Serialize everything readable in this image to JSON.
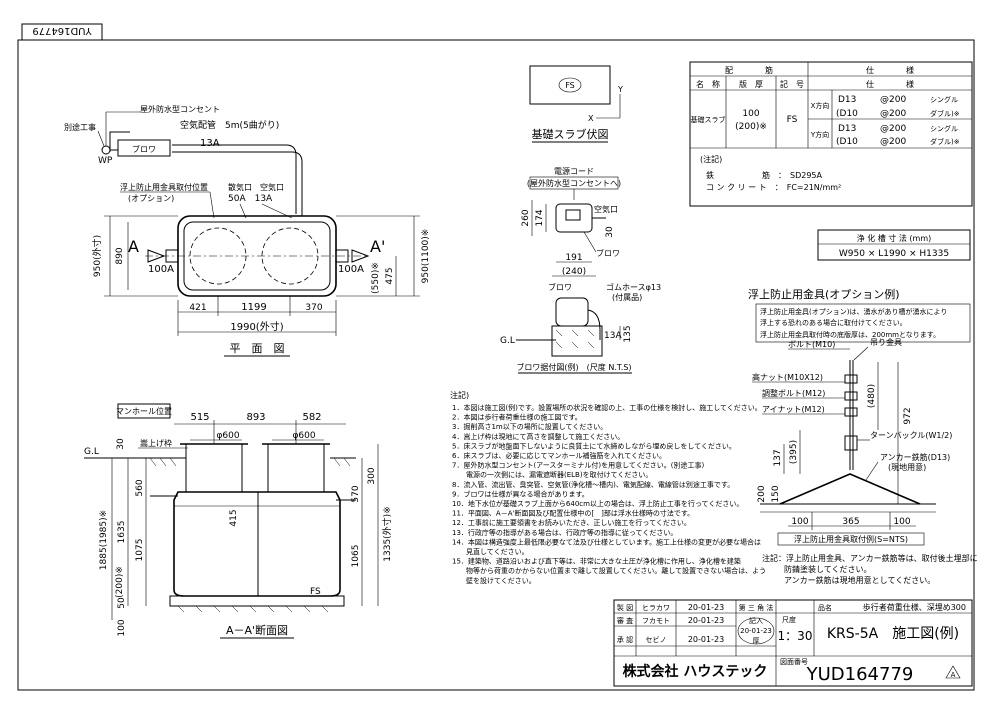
{
  "drawing_no_corner": "YUD164779",
  "plan": {
    "title": "平　面　図",
    "wp_label": "WP",
    "betsu_koji": "別途工事",
    "outlet_label": "屋外防水型コンセント",
    "air_pipe_label": "空気配管　5m(5曲がり)",
    "blower_label": "ブロワ",
    "pipe_13a_top": "13A",
    "uki_label1": "浮上防止用金具取付位置",
    "uki_label2": "(オプション)",
    "port_label": "散気口　空気口",
    "port_size": "50A　13A",
    "a_left": "A",
    "a_right": "A'",
    "in_100a": "100A",
    "out_100a": "100A",
    "dim_950": "950(外寸)",
    "dim_890": "890",
    "dim_550": "(550)※",
    "dim_475": "475",
    "dim_950_1100": "950(1100)※",
    "dim_421": "421",
    "dim_1199": "1199",
    "dim_370": "370",
    "dim_1990": "1990(外寸)"
  },
  "section": {
    "title": "A－A'断面図",
    "manhole_label": "マンホール位置",
    "kaage_label": "嵩上げ枠",
    "gl": "G.L",
    "fs": "FS",
    "dim_515": "515",
    "dim_893": "893",
    "dim_582": "582",
    "phi600a": "φ600",
    "phi600b": "φ600",
    "dim_30": "30",
    "dim_560": "560",
    "dim_1635": "1635",
    "dim_1075": "1075",
    "dim_1885": "1885(1985)※",
    "dim_200": "(200)※",
    "dim_50": "50",
    "dim_100": "100",
    "dim_415": "415",
    "dim_300": "300",
    "dim_570": "570",
    "dim_1065": "1065",
    "dim_1335": "1335(外寸)※"
  },
  "slab": {
    "fs": "FS",
    "x": "X",
    "y": "Y",
    "title": "基礎スラブ伏図"
  },
  "blower": {
    "cord1": "電源コード",
    "cord2": "(屋外防水型コンセントへ)",
    "air_port": "空気口",
    "blower": "ブロワ",
    "dim_260": "260",
    "dim_174": "174",
    "dim_30": "30",
    "dim_191": "191",
    "dim_240": "(240)",
    "blower2": "ブロワ",
    "hose1": "ゴムホースφ13",
    "hose2": "(付属品)",
    "gl": "G.L",
    "pipe": "13A",
    "dim_135": "135",
    "caption": "ブロワ据付図(例)　(尺度 N.T.S)"
  },
  "spec": {
    "h_haikin": "配　　　　筋",
    "h_shiyo": "仕　　　　様",
    "c_name": "名　称",
    "c_thick": "版　厚",
    "c_code": "記　号",
    "c_spec": "仕　　　　様",
    "slab_name": "基礎スラブ",
    "thick1": "100",
    "thick2": "(200)※",
    "code": "FS",
    "xdir": "X方向",
    "ydir": "Y方向",
    "r1a": "D13",
    "r1b": "@200",
    "r1c": "シングル",
    "r2a": "(D10",
    "r2b": "@200",
    "r2c": "ダブル)※",
    "r3a": "D13",
    "r3b": "@200",
    "r3c": "シングル",
    "r4a": "(D10",
    "r4b": "@200",
    "r4c": "ダブル)※",
    "note_title": "(注記)",
    "note1a": "鉄　　　　　　筋　：　SD295A",
    "note2a": "コ ン ク リ ー ト　：　FC=21N/mm²"
  },
  "size": {
    "title": "浄 化 槽 寸 法 (mm)",
    "value": "W950 × L1990 × H1335"
  },
  "anchor": {
    "title": "浮上防止用金具(オプション例)",
    "desc1": "浮上防止用金具(オプション)は、湧水があり槽が湧水により",
    "desc2": "浮上する恐れのある場合に取付けてください。",
    "desc3": "浮上防止用金具取付時の底版厚は、200mmとなります。",
    "bolt": "ボルト(M10)",
    "hanging": "吊り金具",
    "high_nut": "高ナット(M10X12)",
    "adj_bolt": "調整ボルト(M12)",
    "eye_nut": "アイナット(M12)",
    "turnbuckle": "ターンバックル(W1/2)",
    "anchor_rebar": "アンカー鉄筋(D13)",
    "anchor_rebar2": "(現地用意)",
    "dim_480": "(480)",
    "dim_972": "972",
    "dim_137": "137",
    "dim_395": "(395)",
    "dim_200": "200",
    "dim_150": "150",
    "dim_100a": "100",
    "dim_365": "365",
    "dim_100b": "100",
    "caption": "浮上防止用金具取付例(S=NTS)",
    "note1": "注記：浮上防止用金具、アンカー鉄筋等は、取付後土埋部に",
    "note2": "防錆塗装してください。",
    "note3": "アンカー鉄筋は現地用意としてください。"
  },
  "notes": {
    "title": "注記)",
    "items": [
      "1．本図は施工図(例)です。設置場所の状況を確認の上、工事の仕様を検討し、施工してください。",
      "2．本図は歩行者荷重仕様の施工図です。",
      "3．掘削高さ1m以下の場所に設置してください。",
      "4．嵩上げ枠は現地にて高さを調整して施工ください。",
      "5．床スラブが地盤面下しないように良質土にて水締めしながら埋め戻しをしてください。",
      "6．床スラブは、必要に応じてマンホール補強筋を入れてください。",
      "7．屋外防水型コンセント(アースターミナル付)を用意してください。(別途工事)",
      "　　電源の一次側には、漏電遮断器(ELB)を取付けてください。",
      "8．流入管、流出管、臭突管、空気管(浄化槽～槽内)、電気配線、電線管は別途工事です。",
      "9．ブロワは仕様が異なる場合があります。",
      "10．地下水位が基礎スラブ上面から640cm以上の場合は、浮上防止工事を行ってください。",
      "11．平面図、A－A'断面図及び配置仕様中の[　]部は浮水仕様時の寸法です。",
      "12．工事前に施工要領書をお読みいただき、正しい施工を行ってください。",
      "13．行政庁等の指導がある場合は、行政庁等の指導に従ってください。",
      "14．本図は構造強度上最低限必要なて法及び仕様としています。施工上仕様の変更が必要な場合は",
      "　　見直してください。",
      "15．建築物、道路沿いおよび直下等は、非常に大きな土圧が浄化槽に作用し、浄化槽を建築",
      "　　物等から荷重のかからない位置まで離して設置してください。離して設置できない場合は、よう",
      "　　壁を設けてください。"
    ]
  },
  "title_block": {
    "r1_label": "製 図",
    "r1_name": "ヒラカワ",
    "r1_date": "20-01-23",
    "r2_label": "審 査",
    "r2_name": "フカモト",
    "r2_date": "20-01-23",
    "r3_label": "承 認",
    "r3_name": "セビノ",
    "r3_date": "20-01-23",
    "proj_label": "第 三 角 法",
    "stamp1": "記入",
    "stamp2": "20-01-23",
    "stamp3": "厚",
    "scale_label": "尺度",
    "scale": "1：30",
    "name_label": "品名",
    "spec_line": "歩行者荷重仕様、深埋め300",
    "product": "KRS-5A　施工図(例)",
    "dwg_label": "図面番号",
    "dwg_no": "YUD164779",
    "company": "株式会社 ハウステック",
    "rev_mark": "A"
  }
}
